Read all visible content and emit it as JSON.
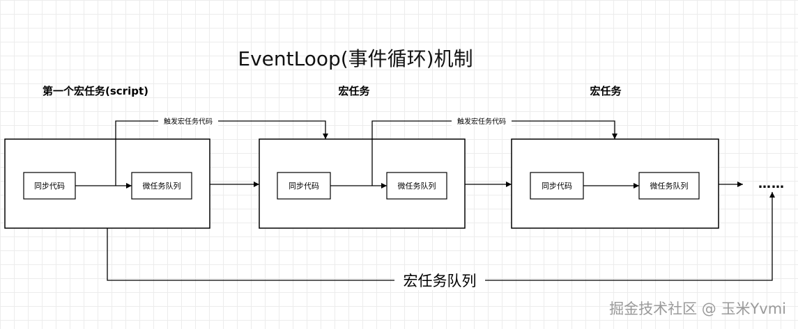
{
  "title": "EventLoop(事件循环)机制",
  "columns": [
    {
      "header": "第一个宏任务(script)",
      "sync": "同步代码",
      "micro": "微任务队列"
    },
    {
      "header": "宏任务",
      "sync": "同步代码",
      "micro": "微任务队列"
    },
    {
      "header": "宏任务",
      "sync": "同步代码",
      "micro": "微任务队列"
    }
  ],
  "trigger_labels": [
    "触发宏任务代码",
    "触发宏任务代码"
  ],
  "ellipsis": "……",
  "queue_label": "宏任务队列",
  "watermark": "掘金技术社区 @ 玉米Yvmi"
}
